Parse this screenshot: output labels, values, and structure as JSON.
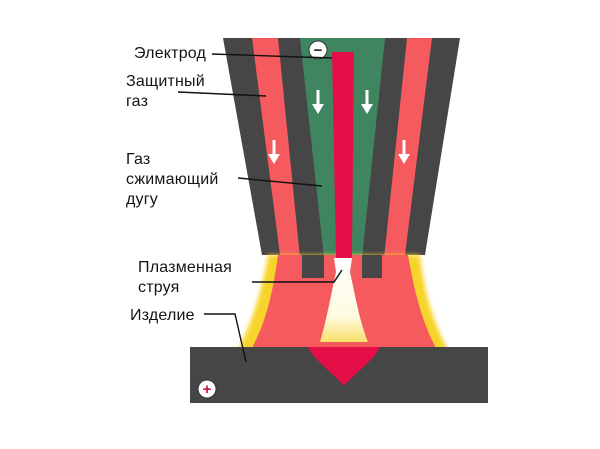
{
  "labels": {
    "electrode": "Электрод",
    "shield_gas_line1": "Защитный",
    "shield_gas_line2": "газ",
    "arc_gas_line1": "Газ",
    "arc_gas_line2": "сжимающий",
    "arc_gas_line3": "дугу",
    "plasma_line1": "Плазменная",
    "plasma_line2": "струя",
    "workpiece": "Изделие"
  },
  "polarity": {
    "electrode_symbol": "−",
    "workpiece_symbol": "+"
  },
  "colors": {
    "dark_gray": "#464646",
    "shield_gas_red": "#f45a5e",
    "arc_gas_green": "#3f8660",
    "electrode_red": "#e60e46",
    "plasma_white": "#fffbe0",
    "glow_yellow": "#f7d42a",
    "arrow_white": "#ffffff"
  }
}
